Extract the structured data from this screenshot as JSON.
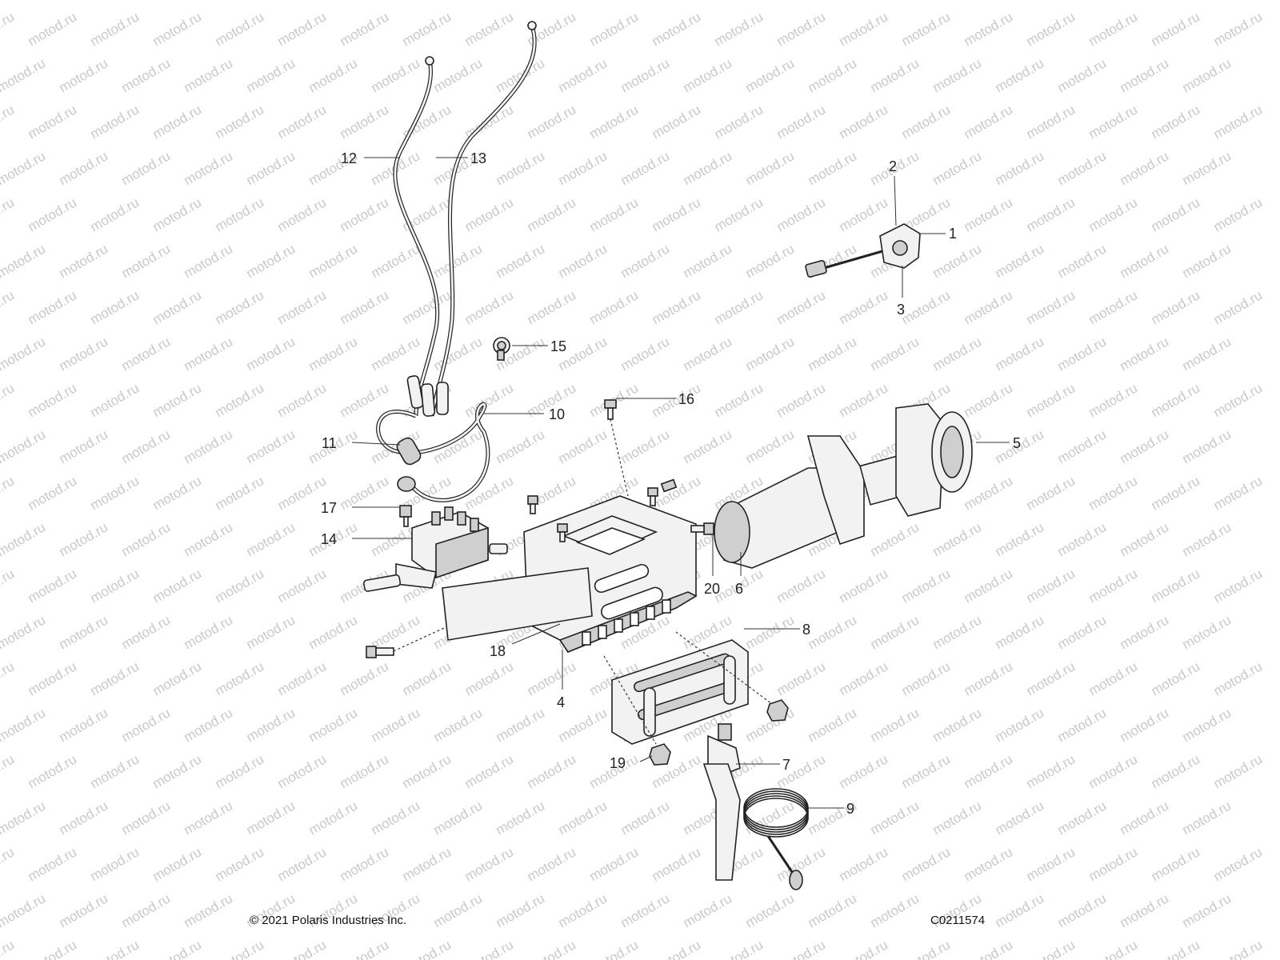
{
  "watermark": "motod.ru",
  "callouts": [
    "1",
    "2",
    "3",
    "4",
    "5",
    "6",
    "7",
    "8",
    "9",
    "10",
    "11",
    "12",
    "13",
    "14",
    "15",
    "16",
    "17",
    "18",
    "19",
    "20"
  ],
  "footer": {
    "copyright": "© 2021 Polaris Industries Inc.",
    "doc_id": "C0211574"
  }
}
